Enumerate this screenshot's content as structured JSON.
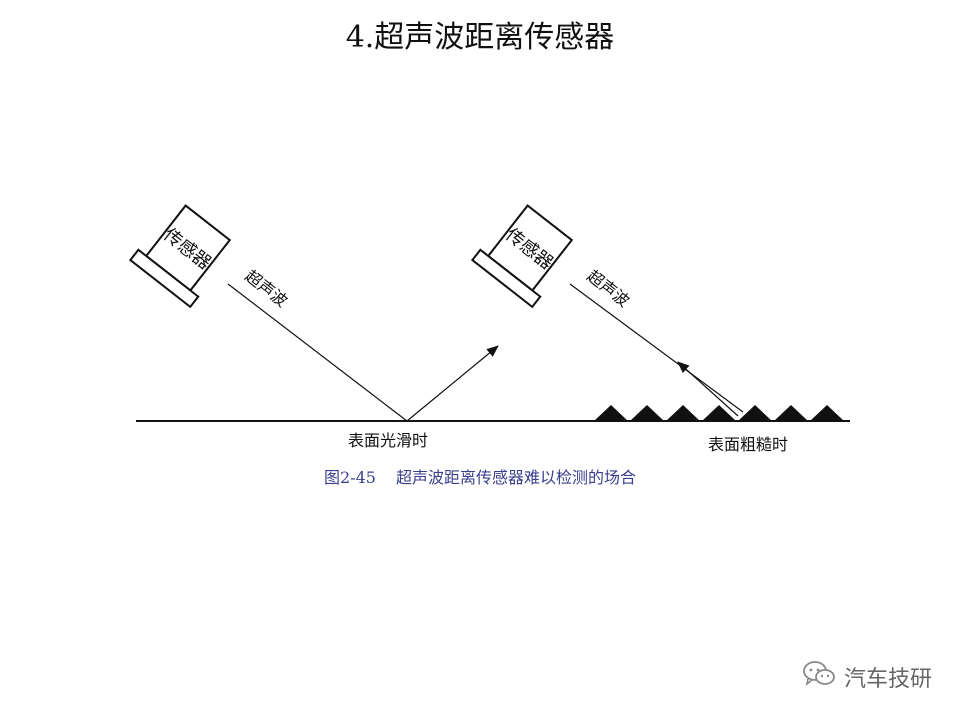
{
  "title": "4.超声波距离传感器",
  "left_scene": {
    "sensor_label": "传感器",
    "wave_label": "超声波",
    "surface_label": "表面光滑时"
  },
  "right_scene": {
    "sensor_label": "传感器",
    "wave_label": "超声波",
    "surface_label": "表面粗糙时"
  },
  "caption": {
    "figure_number": "图2-45",
    "text": "超声波距离传感器难以检测的场合"
  },
  "watermark": {
    "icon": "wechat-icon",
    "text": "汽车技研"
  },
  "colors": {
    "ink": "#111111",
    "caption": "#3a3f8f",
    "watermark": "#666666"
  }
}
